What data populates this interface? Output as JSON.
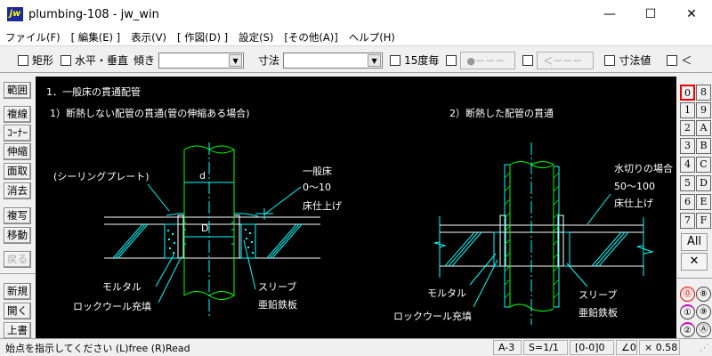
{
  "window": {
    "app_icon": "jw",
    "title": "plumbing-108 - jw_win",
    "controls": {
      "minimize": "—",
      "maximize": "☐",
      "close": "✕"
    }
  },
  "menubar": [
    {
      "label": "ファイル(F)"
    },
    {
      "label": "[ 編集(E) ]"
    },
    {
      "label": "表示(V)"
    },
    {
      "label": "[ 作図(D) ]"
    },
    {
      "label": "設定(S)"
    },
    {
      "label": "[その他(A)]"
    },
    {
      "label": "ヘルプ(H)"
    }
  ],
  "toolbar": {
    "rect_label": "矩形",
    "hv_label": "水平・垂直",
    "slope_label": "傾き",
    "slope_value": "",
    "dim_label": "寸法",
    "dim_value": "",
    "deg15_label": "15度毎",
    "circle_btn": "●－－－",
    "arrow_btn": "＜－－－",
    "dimval_label": "寸法値",
    "lt_label": "＜"
  },
  "left_tools": [
    {
      "label": "範囲",
      "enabled": true
    },
    {
      "label": "複線",
      "enabled": true
    },
    {
      "label": "ｺｰﾅｰ",
      "enabled": true
    },
    {
      "label": "伸縮",
      "enabled": true
    },
    {
      "label": "面取",
      "enabled": true
    },
    {
      "label": "消去",
      "enabled": true
    },
    {
      "label": "複写",
      "enabled": true
    },
    {
      "label": "移動",
      "enabled": true
    },
    {
      "label": "戻る",
      "enabled": false
    },
    {
      "label": "新規",
      "enabled": true
    },
    {
      "label": "開く",
      "enabled": true
    },
    {
      "label": "上書",
      "enabled": true
    }
  ],
  "layers": {
    "left": [
      "0",
      "1",
      "2",
      "3",
      "4",
      "5",
      "6",
      "7"
    ],
    "right": [
      "8",
      "9",
      "A",
      "B",
      "C",
      "D",
      "E",
      "F"
    ],
    "selected": "0",
    "all_label": "All",
    "x_label": "✕",
    "groups_left": [
      "⓪",
      "①",
      "②"
    ],
    "groups_right": [
      "⑧",
      "⑨",
      "Ⓐ"
    ]
  },
  "drawing": {
    "heading": "1．一般床の貫通配管",
    "sub1": "1）断熱しない配管の貫通(管の伸縮ある場合)",
    "sub2": "2）断熱した配管の貫通",
    "d1": {
      "sealing_plate": "(シーリングプレート)",
      "floor": "一般床",
      "range": "0～10",
      "finish": "床仕上げ",
      "small_d": "d",
      "big_d": "D",
      "mortar": "モルタル",
      "rockwool": "ロックウール充填",
      "sleeve": "スリーブ",
      "zinc": "亜鉛鉄板"
    },
    "d2": {
      "water_cut": "水切りの場合",
      "range": "50～100",
      "finish": "床仕上げ",
      "mortar": "モルタル",
      "rockwool": "ロックウール充填",
      "sleeve": "スリーブ",
      "zinc": "亜鉛鉄板"
    },
    "colors": {
      "background": "#000000",
      "pipe": "#00ff00",
      "line": "#00ffff",
      "white": "#ffffff"
    }
  },
  "status": {
    "message": "始点を指示してください (L)free (R)Read",
    "paper": "A-3",
    "scale": "S=1/1",
    "layer": "[0-0]0",
    "angle": "∠0",
    "zoom": "× 0.58"
  }
}
